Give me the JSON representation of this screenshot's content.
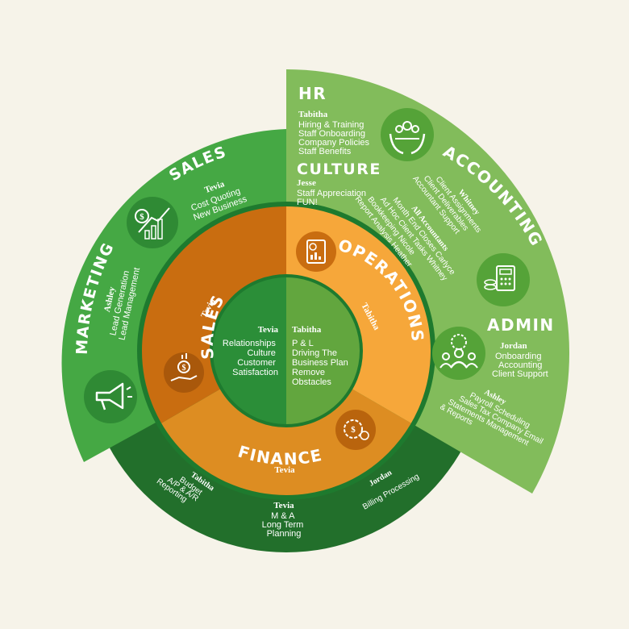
{
  "colors": {
    "background": "#f6f3e9",
    "light_green": "#82bc5b",
    "mid_green": "#45a844",
    "dark_green": "#226f2b",
    "core_green": "#2b8e38",
    "core_green_light": "#62a63e",
    "orange_dark": "#c96d10",
    "orange_light": "#f6a73a",
    "orange_mid": "#dd8d22"
  },
  "core": {
    "left": {
      "name": "Tevia",
      "lines": [
        "Relationships",
        "Culture",
        "Customer",
        "Satisfaction"
      ]
    },
    "right": {
      "name": "Tabitha",
      "lines": [
        "P & L",
        "Driving The",
        "Business Plan",
        "Remove",
        "Obstacles"
      ]
    }
  },
  "inner": {
    "sales": {
      "title": "SALES",
      "owner": "Tevia",
      "icon": "hand-coin-icon"
    },
    "operations": {
      "title": "OPERATIONS",
      "owner": "Tabitha",
      "icon": "report-chart-icon"
    },
    "finance": {
      "title": "FINANCE",
      "owner": "Tevia",
      "icon": "gear-dollar-icon"
    }
  },
  "outer": {
    "sales": {
      "title": "SALES",
      "owner": "Tevia",
      "lines": [
        "Cost Quoting",
        "New Business"
      ],
      "icon": "dollar-growth-icon"
    },
    "marketing": {
      "title": "MARKETING",
      "owner": "Ashley",
      "lines": [
        "Lead Generation",
        "Lead Management"
      ],
      "icon": "megaphone-icon"
    },
    "hr": {
      "title": "HR",
      "owner": "Tabitha",
      "lines": [
        "Hiring & Training",
        "Staff Onboarding",
        "Company Policies",
        "Staff Benefits"
      ],
      "icon": "team-hands-icon"
    },
    "culture": {
      "title": "CULTURE",
      "owner": "Jesse",
      "lines": [
        "Staff Appreciation",
        "FUN!"
      ]
    },
    "accounting": {
      "title": "ACCOUNTING",
      "group1": {
        "owner": "Whitney",
        "lines": [
          "Client Assignments",
          "Client Deliverables",
          "Accountant Support"
        ]
      },
      "group2": {
        "lines": [
          "All Accountants",
          "Month End Closes Carlyce",
          "Ad Hoc Client Tasks Whitney",
          "Bookkeeping Nicole",
          "Report Analysis Heather"
        ]
      },
      "icon": "calculator-coins-icon"
    },
    "admin": {
      "title": "ADMIN",
      "owner": "Jordan",
      "lines": [
        "Onboarding",
        "Accounting",
        "Client Support"
      ],
      "group2": {
        "owner": "Ashley",
        "lines": [
          "Payroll Scheduling",
          "Sales Tax Company Email",
          "Statements Management",
          "& Reports"
        ]
      },
      "icon": "team-gear-icon"
    }
  },
  "finance_band": {
    "left": {
      "owner": "Tabitha",
      "lines": [
        "Budget",
        "A/P & A/R",
        "Reporting"
      ]
    },
    "center": {
      "owner": "Tevia",
      "lines": [
        "M & A",
        "Long Term",
        "Planning"
      ]
    },
    "right": {
      "owner": "Jordan",
      "lines": [
        "Billing Processing"
      ]
    }
  }
}
